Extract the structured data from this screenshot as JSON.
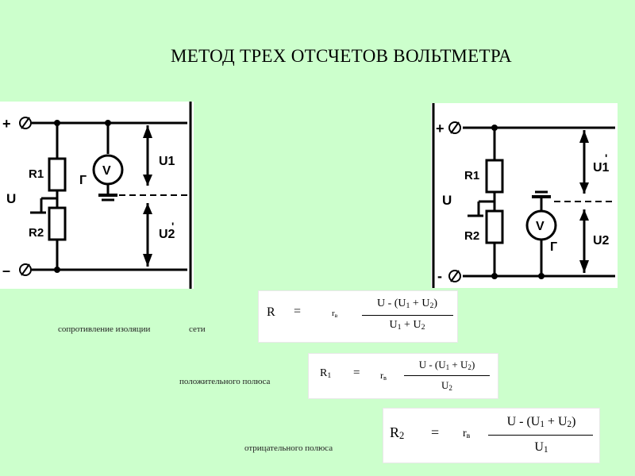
{
  "title": "МЕТОД ТРЕХ ОТСЧЕТОВ ВОЛЬТМЕТРА",
  "circuit_left": {
    "plus": "+",
    "minus": "–",
    "supply": "U",
    "r1": "R1",
    "r2": "R2",
    "meter": "V",
    "ground": "Г",
    "u1": "U1",
    "u2": "U2",
    "u2_prime": "'"
  },
  "circuit_right": {
    "plus": "+",
    "minus": "-",
    "supply": "U",
    "r1": "R1",
    "r2": "R2",
    "meter": "V",
    "ground": "Г",
    "u1": "U1",
    "u1_prime": "'",
    "u2": "U2"
  },
  "labels": {
    "insulation": "сопротивление изоляции",
    "network": "сети",
    "positive": "положительного полюса",
    "negative": "отрицательного полюса"
  },
  "formulas": {
    "f1": {
      "lhs": "R",
      "eq": "=",
      "coef": "r",
      "coef_sub": "в",
      "numerator": "U - (U",
      "num_sub1": "1",
      "num_mid": " + U",
      "num_sub2": "2",
      "num_end": ")",
      "den_a": "U",
      "den_sub1": "1",
      "den_mid": " + U",
      "den_sub2": "2"
    },
    "f2": {
      "lhs": "R",
      "lhs_sub": "1",
      "eq": "=",
      "coef": "r",
      "coef_sub": "в",
      "numerator": "U - (U",
      "num_sub1": "1",
      "num_mid": " + U",
      "num_sub2": "2",
      "num_end": ")",
      "den_a": "U",
      "den_sub": "2"
    },
    "f3": {
      "lhs": "R",
      "lhs_sub": "2",
      "eq": "=",
      "coef": "r",
      "coef_sub": "в",
      "numerator": "U - (U",
      "num_sub1": "1",
      "num_mid": " + U",
      "num_sub2": "2",
      "num_end": ")",
      "den_a": "U",
      "den_sub": "1"
    }
  }
}
